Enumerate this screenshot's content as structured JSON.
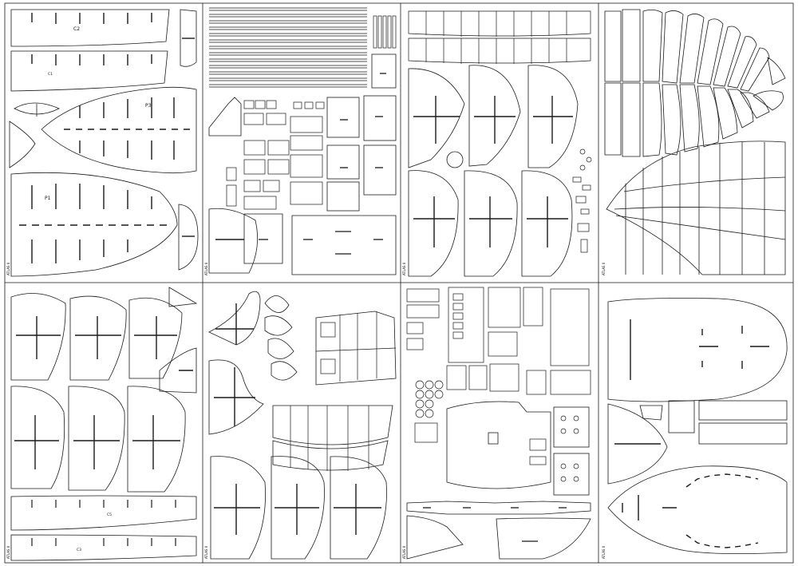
{
  "stamp": "ATLAS II",
  "labels": {
    "p1_top": "C2",
    "p1_mid": "C1",
    "p1_deck": "P3",
    "p1_hull": "P1",
    "p5_rail_a": "C5",
    "p5_rail_b": "C3"
  }
}
